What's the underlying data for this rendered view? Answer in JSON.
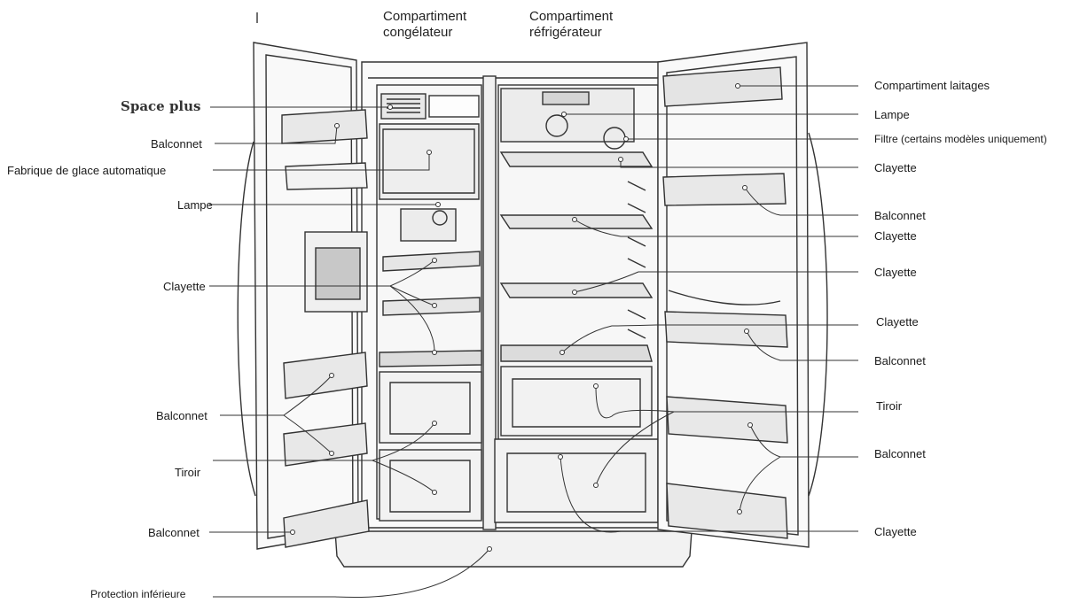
{
  "headers": {
    "freezer_line1": "Compartiment",
    "freezer_line2": "congélateur",
    "fridge_line1": "Compartiment",
    "fridge_line2": "réfrigérateur"
  },
  "left_labels": {
    "space_plus": "Space plus",
    "balconnet_1": "Balconnet",
    "ice_maker": "Fabrique de glace automatique",
    "lampe": "Lampe",
    "clayette": "Clayette",
    "balconnet_2": "Balconnet",
    "tiroir": "Tiroir",
    "balconnet_3": "Balconnet",
    "protection": "Protection inférieure"
  },
  "right_labels": {
    "laitages": "Compartiment laitages",
    "lampe": "Lampe",
    "filtre": "Filtre (certains modèles uniquement)",
    "clayette_1": "Clayette",
    "balconnet_1": "Balconnet",
    "clayette_2": "Clayette",
    "clayette_3": "Clayette",
    "clayette_4": "Clayette",
    "balconnet_2": "Balconnet",
    "tiroir": "Tiroir",
    "balconnet_3": "Balconnet",
    "clayette_5": "Clayette"
  },
  "colors": {
    "line": "#333333",
    "fill_light": "#f4f4f4",
    "fill_mid": "#e2e2e2",
    "fill_dark": "#c8c8c8"
  }
}
